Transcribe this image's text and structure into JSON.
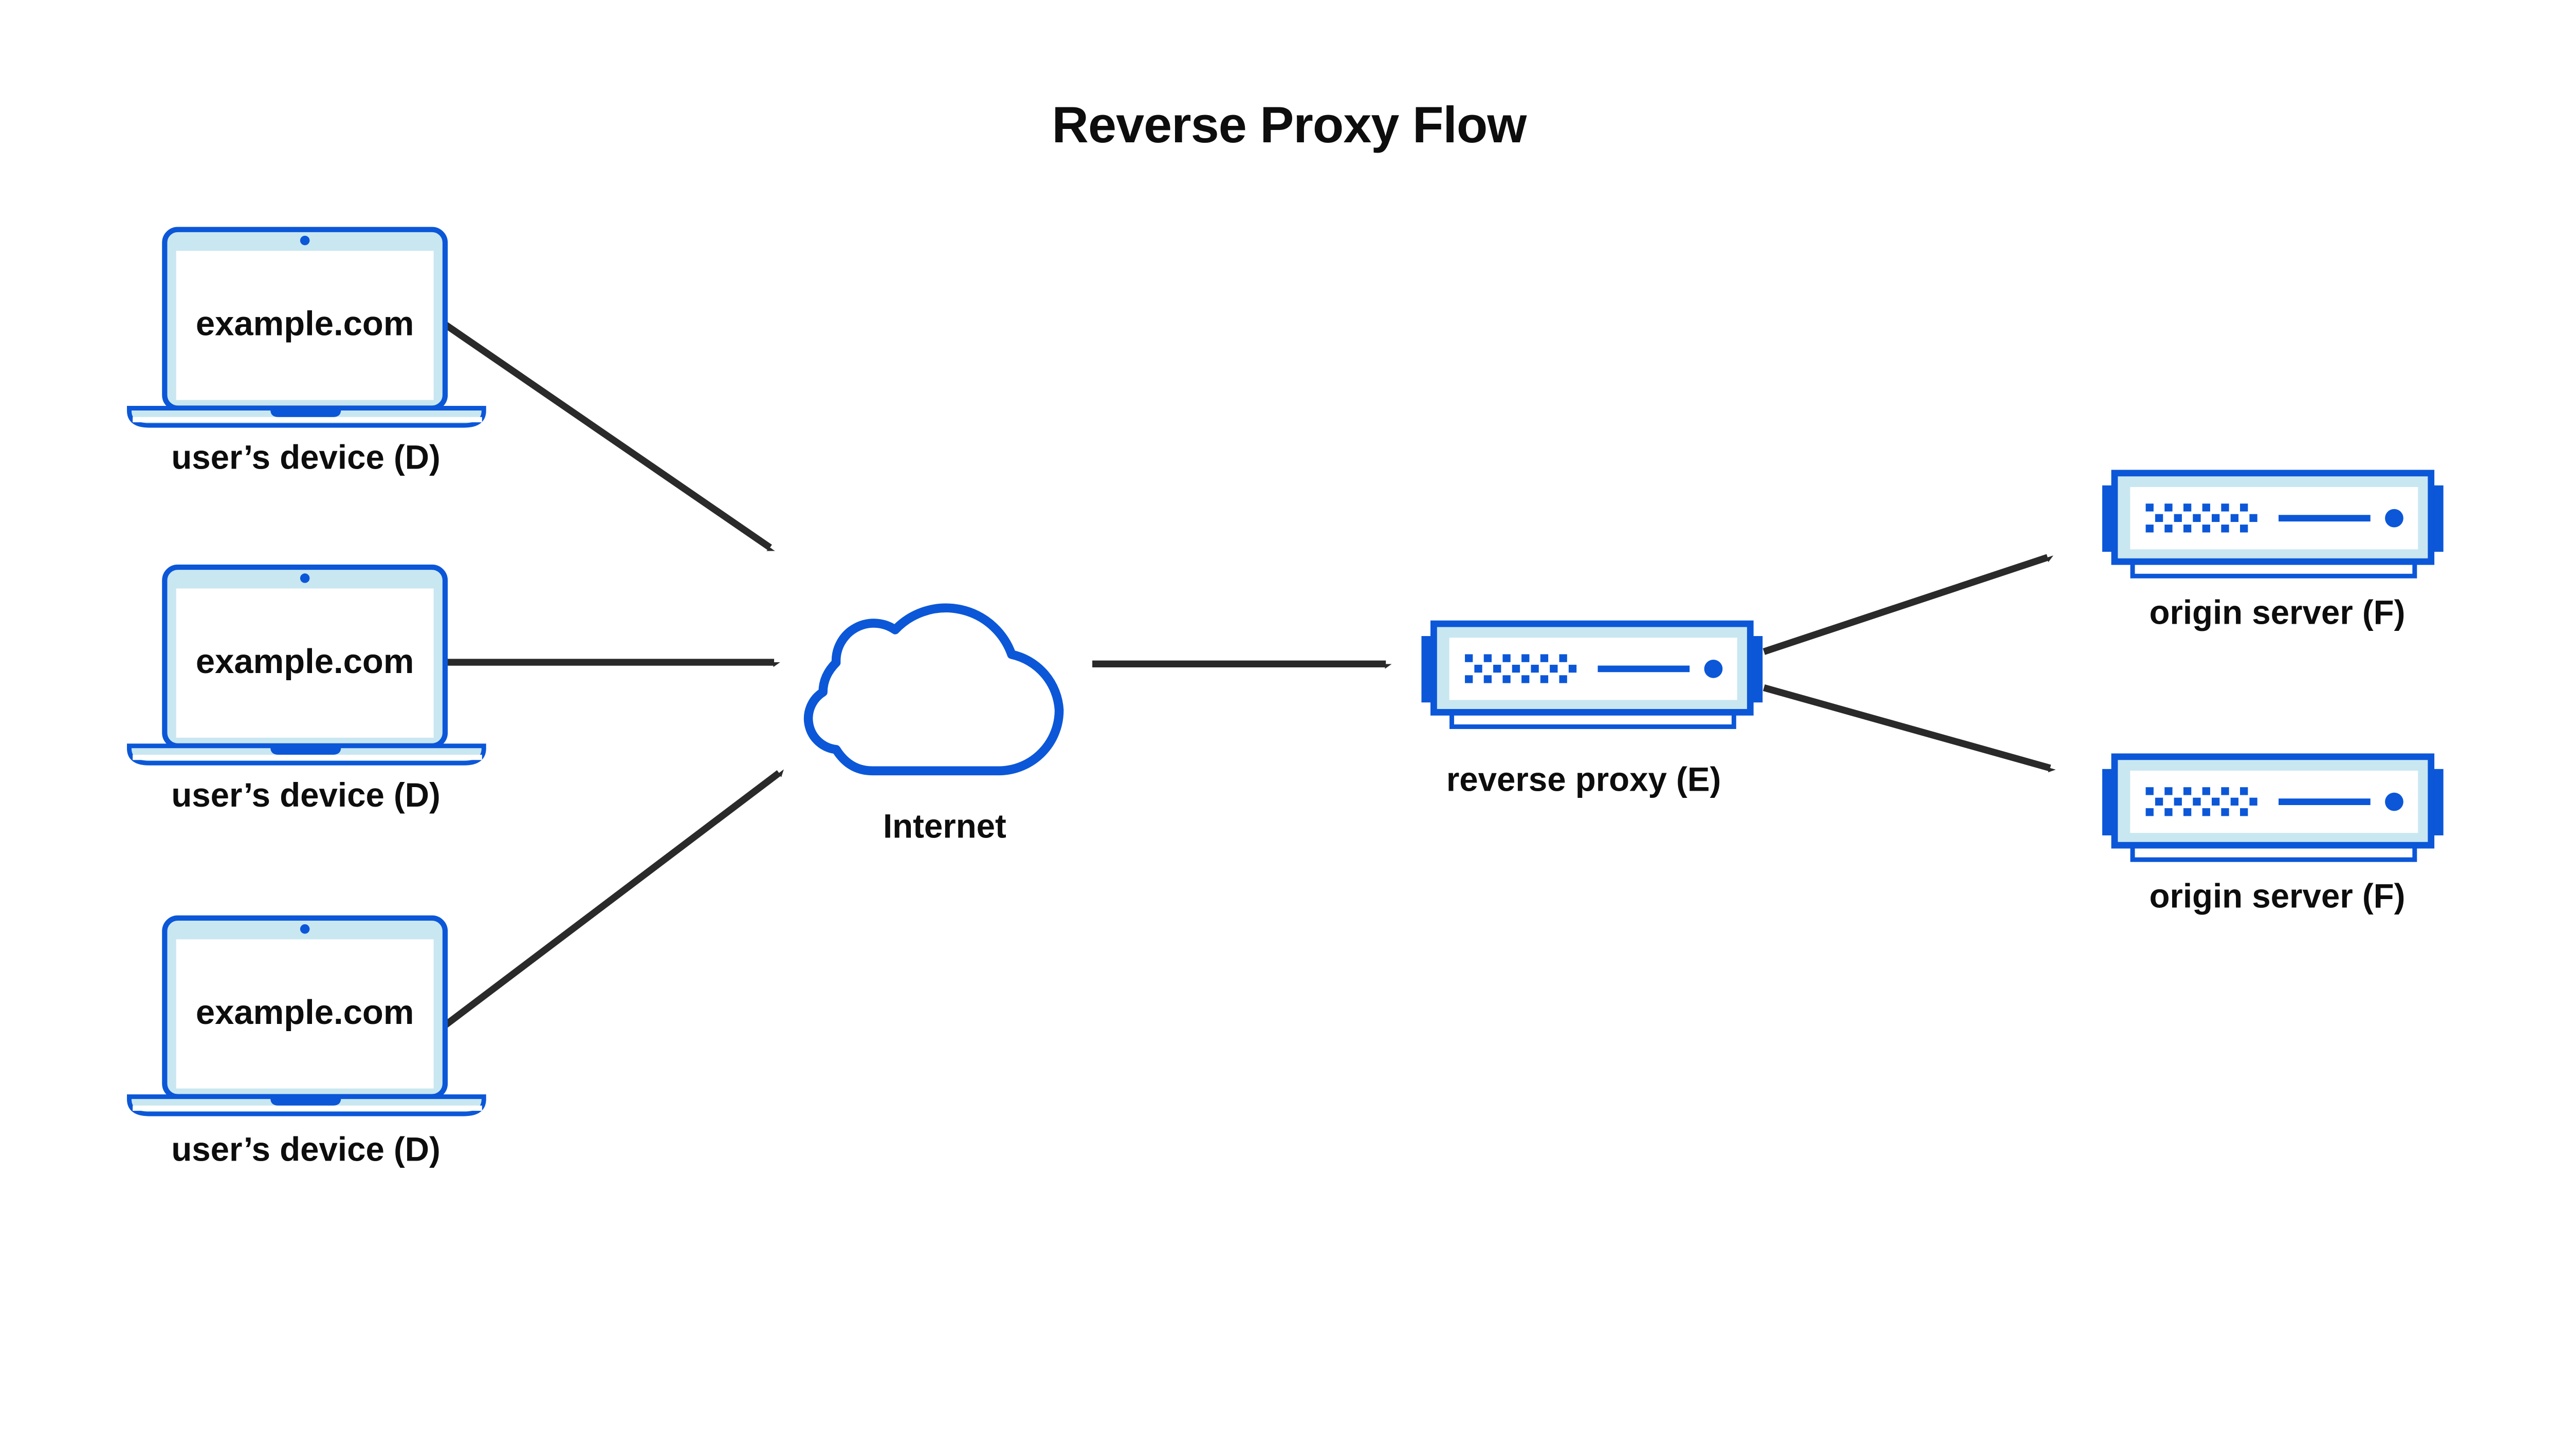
{
  "title": "Reverse Proxy Flow",
  "colors": {
    "primary_blue": "#0b57d8",
    "light_blue": "#c9e7f1",
    "arrow_dark": "#2a2a2a",
    "text_black": "#0d0d0d",
    "background": "#ffffff"
  },
  "nodes": {
    "devices": [
      {
        "screen_text": "example.com",
        "label": "user’s device (D)"
      },
      {
        "screen_text": "example.com",
        "label": "user’s device (D)"
      },
      {
        "screen_text": "example.com",
        "label": "user’s device (D)"
      }
    ],
    "internet": {
      "label": "Internet"
    },
    "reverse_proxy": {
      "label": "reverse proxy (E)"
    },
    "origin_servers": [
      {
        "label": "origin server (F)"
      },
      {
        "label": "origin server (F)"
      }
    ]
  },
  "edges": [
    {
      "from": "user’s device (D) top",
      "to": "Internet"
    },
    {
      "from": "user’s device (D) middle",
      "to": "Internet"
    },
    {
      "from": "user’s device (D) bottom",
      "to": "Internet"
    },
    {
      "from": "Internet",
      "to": "reverse proxy (E)"
    },
    {
      "from": "reverse proxy (E)",
      "to": "origin server (F) top"
    },
    {
      "from": "reverse proxy (E)",
      "to": "origin server (F) bottom"
    }
  ]
}
